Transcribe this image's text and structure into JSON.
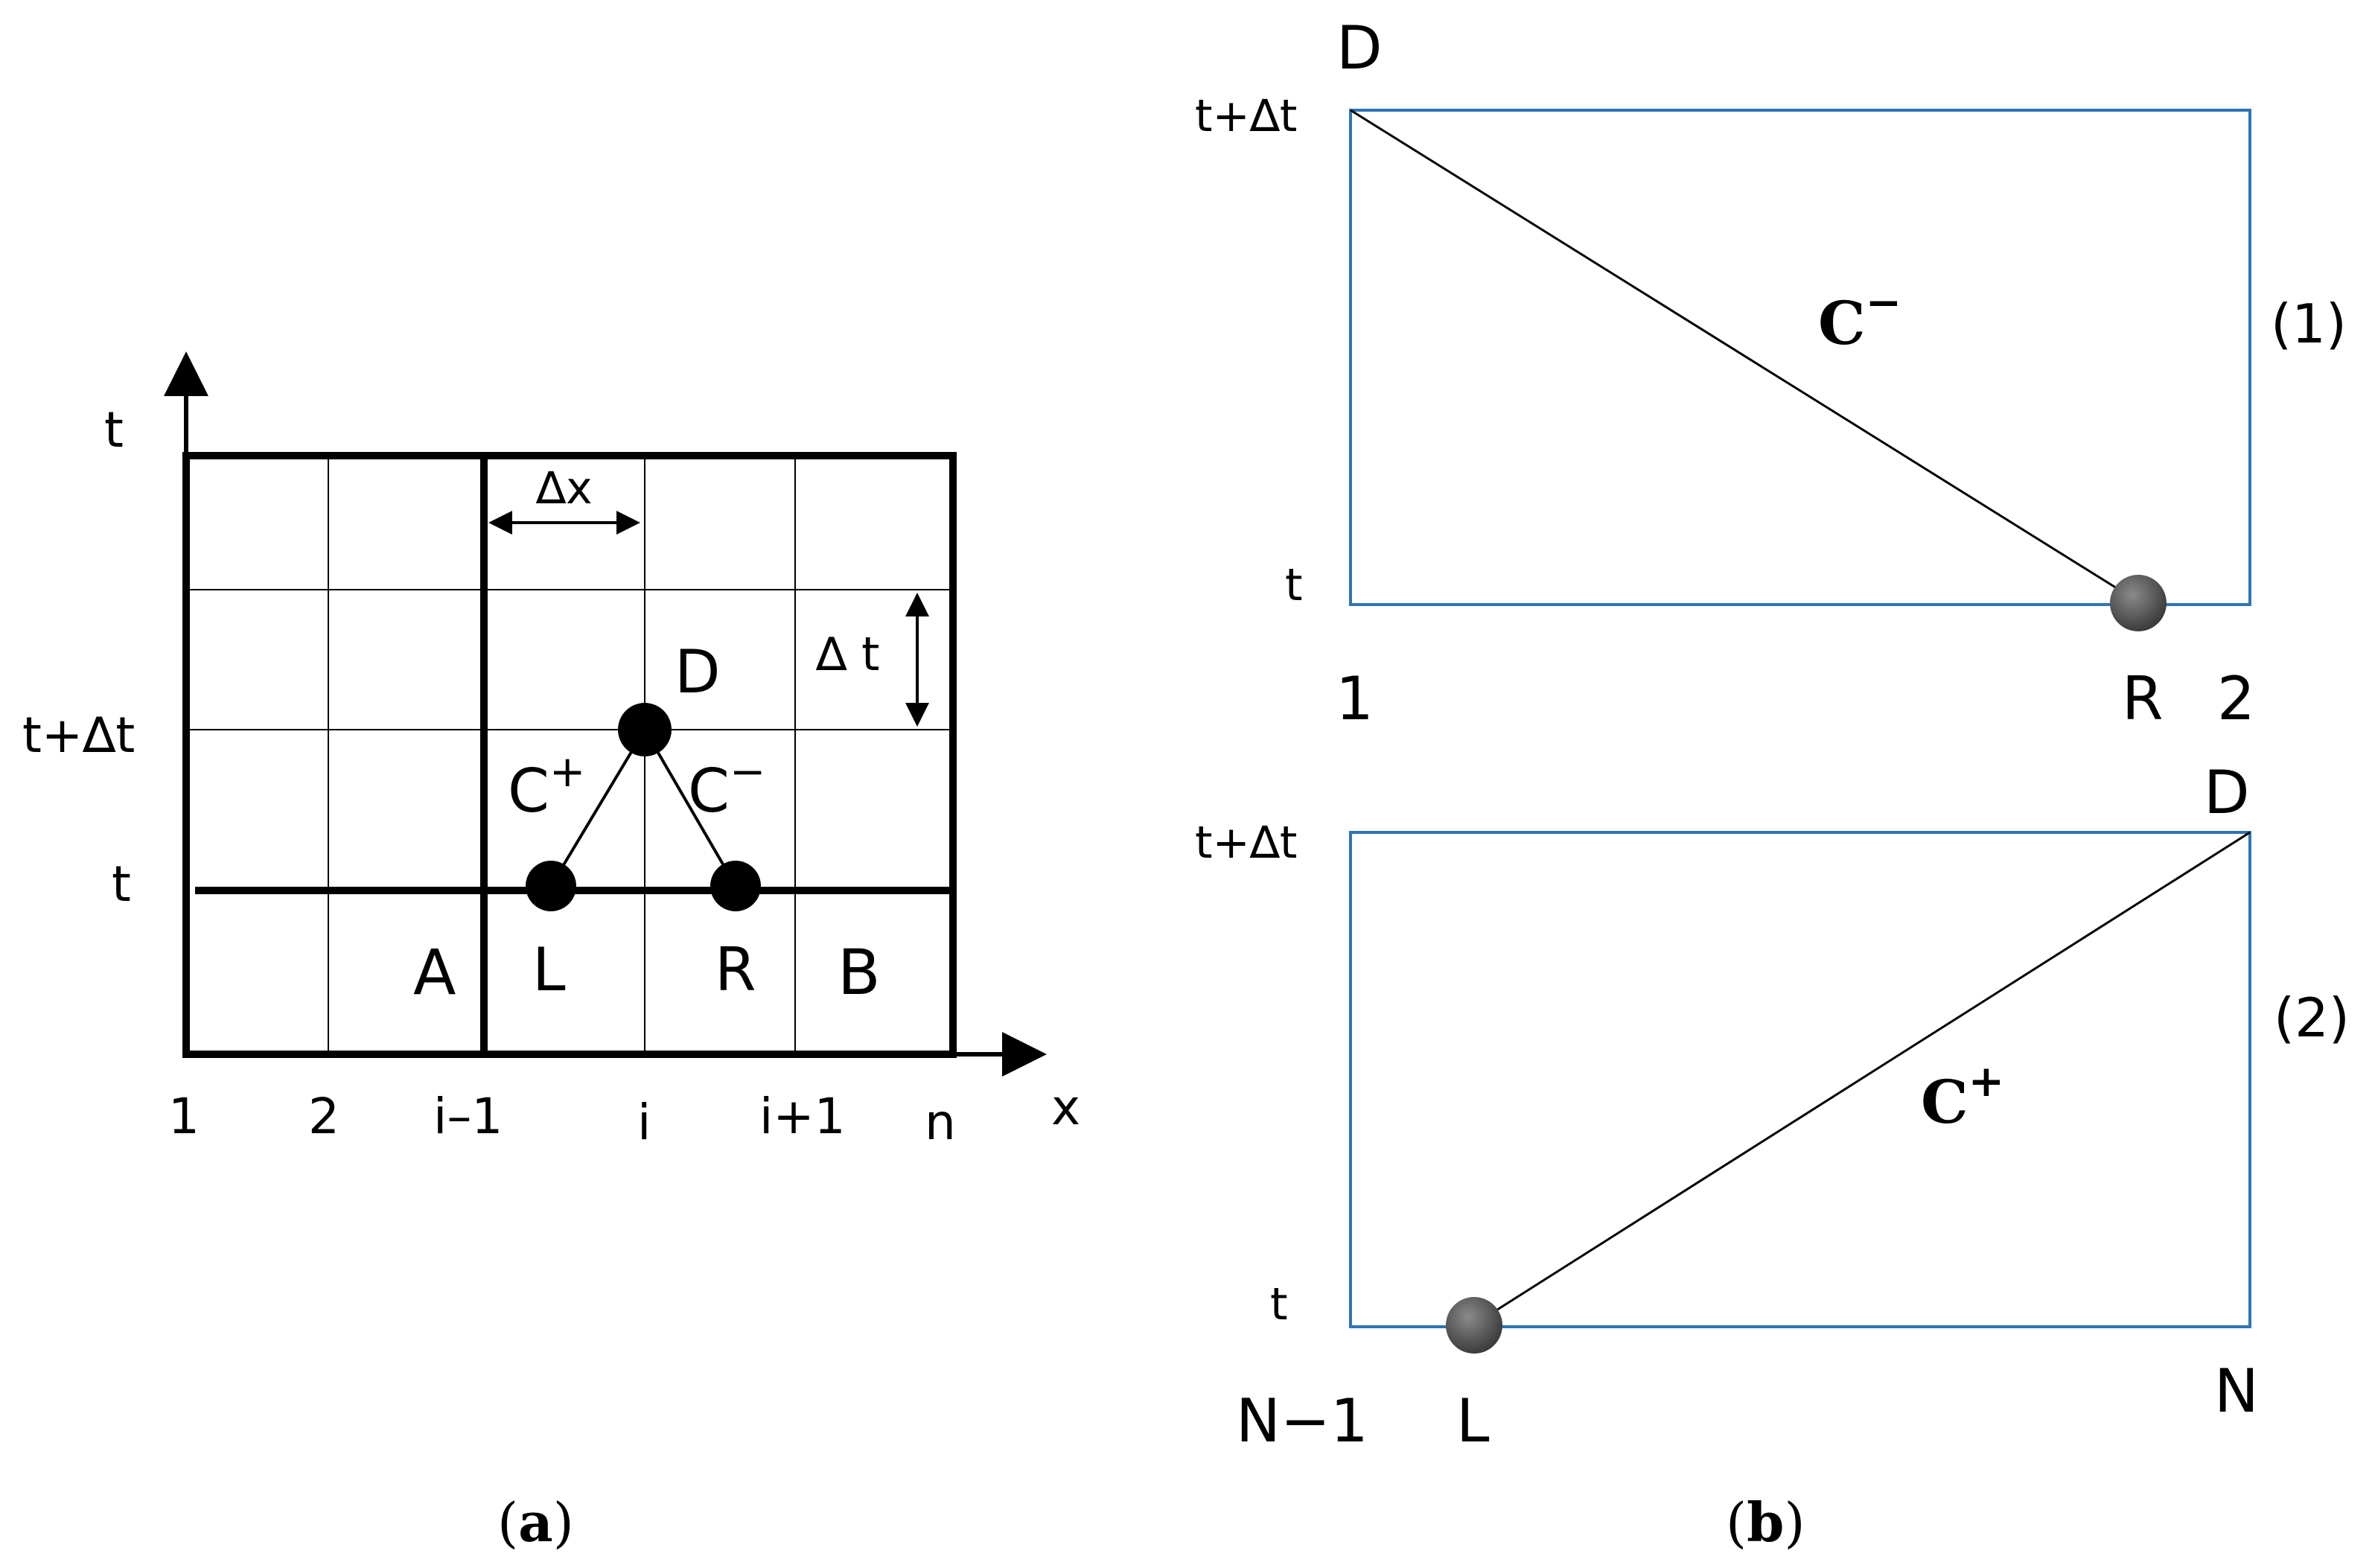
{
  "panel_a": {
    "axis_t_label": "t",
    "axis_x_label": "x",
    "row_label_t_dt": "t+∆t",
    "row_label_t": "t",
    "col_labels": [
      "1",
      "2",
      "i–1",
      "i",
      "i+1",
      "n"
    ],
    "dx_label": "∆x",
    "dt_label": "∆ t",
    "point_D": "D",
    "point_L": "L",
    "point_R": "R",
    "region_A": "A",
    "region_B": "B",
    "c_plus_base": "C",
    "c_plus_sup": "+",
    "c_minus_base": "C",
    "c_minus_sup": "−",
    "caption_open": "(",
    "caption_letter": "a",
    "caption_close": ")"
  },
  "panel_b": {
    "case1": {
      "top_label": "t+∆t",
      "bottom_label": "t",
      "point_D": "D",
      "point_R": "R",
      "left_node": "1",
      "right_node": "2",
      "char_base": "C",
      "char_sup": "−",
      "case_label": "(1)"
    },
    "case2": {
      "top_label": "t+∆t",
      "bottom_label": "t",
      "point_D": "D",
      "point_L": "L",
      "left_node": "N−1",
      "right_node": "N",
      "char_base": "C",
      "char_sup": "+",
      "case_label": "(2)"
    },
    "caption_open": "(",
    "caption_letter": "b",
    "caption_close": ")"
  },
  "colors": {
    "ink": "#000000",
    "box_blue": "#2e75b6",
    "node_gray": "#5a5a5a"
  }
}
